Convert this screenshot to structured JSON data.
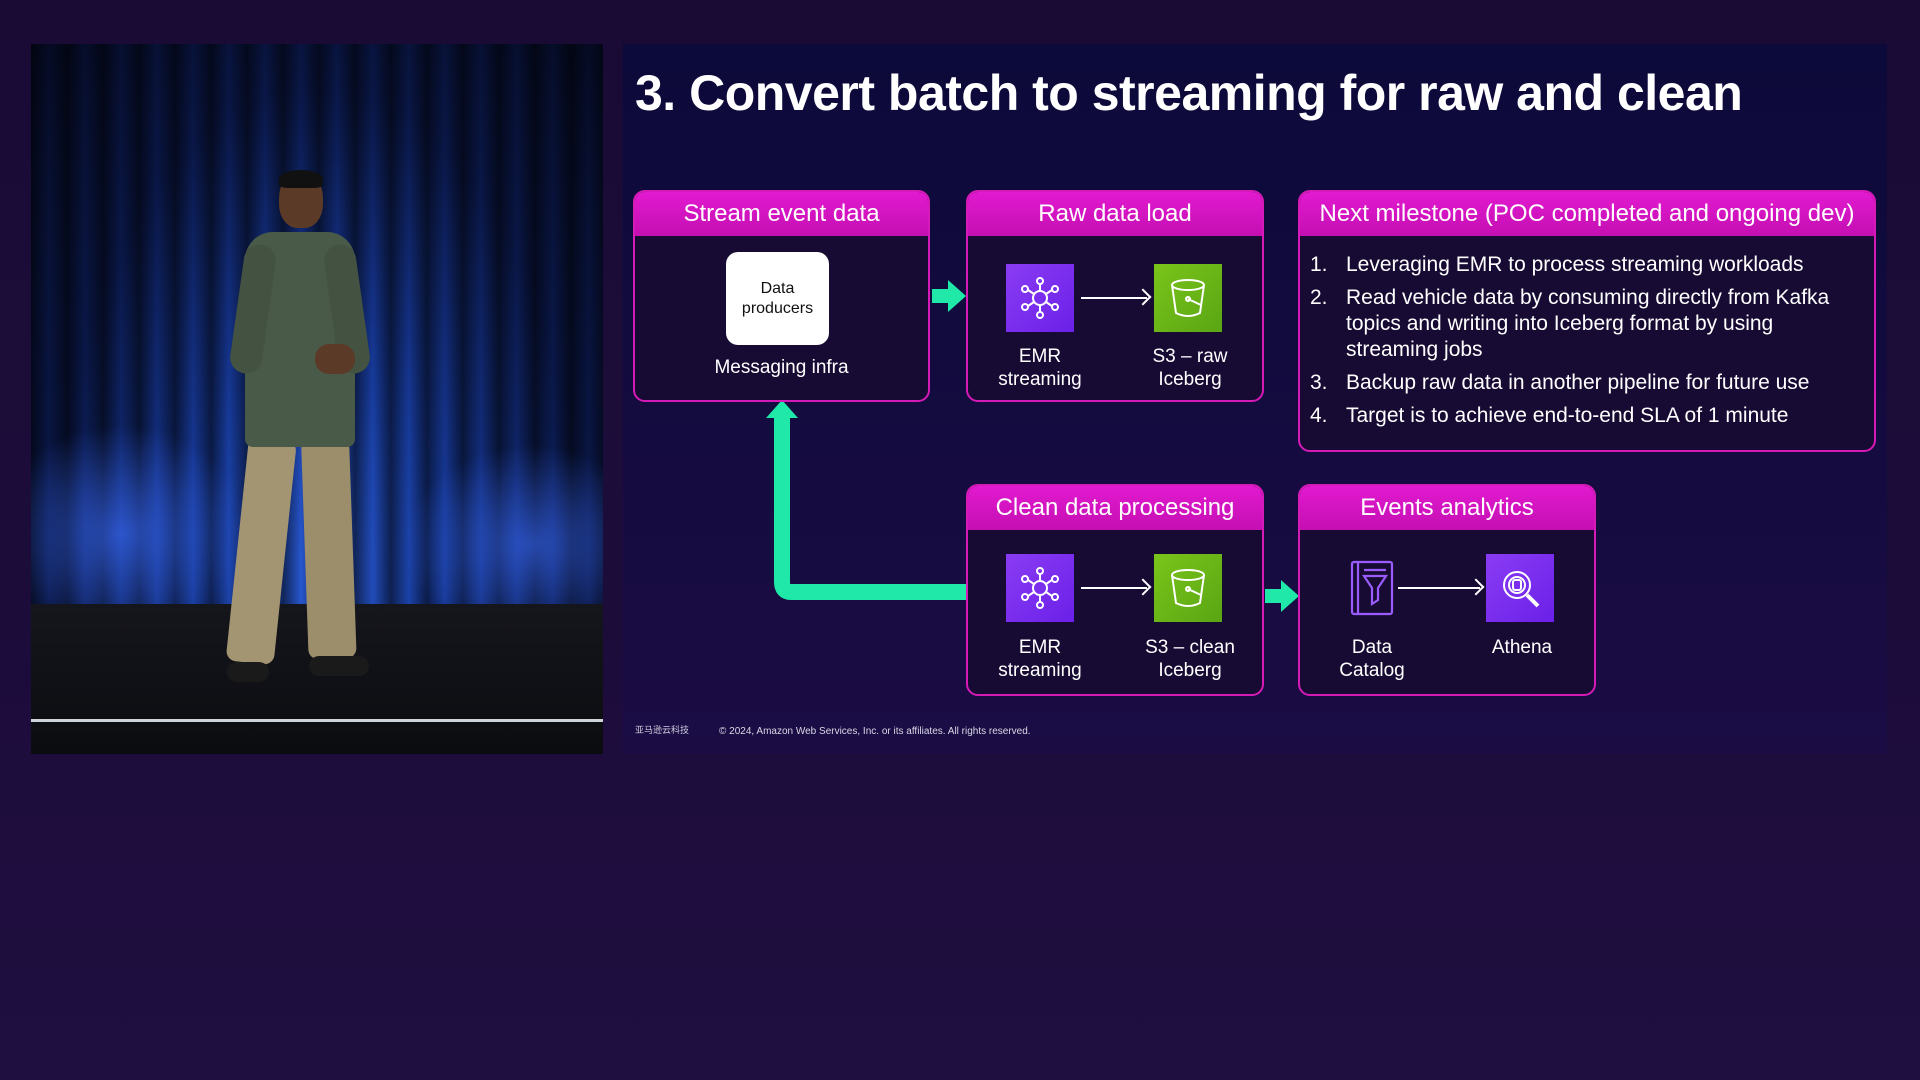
{
  "slide": {
    "title": "3. Convert batch to streaming for raw and clean",
    "footer_copyright": "© 2024, Amazon Web Services, Inc. or its affiliates. All rights reserved.",
    "footer_logo_text": "亚马逊云科技",
    "stream_box": {
      "header": "Stream event data",
      "producers_line1": "Data",
      "producers_line2": "producers",
      "caption": "Messaging infra"
    },
    "raw_box": {
      "header": "Raw data load",
      "emr_line1": "EMR",
      "emr_line2": "streaming",
      "s3_line1": "S3 – raw",
      "s3_line2": "Iceberg"
    },
    "milestone_box": {
      "header": "Next milestone (POC completed and ongoing dev)",
      "items": [
        {
          "num": "1.",
          "text": "Leveraging EMR to process streaming workloads"
        },
        {
          "num": "2.",
          "text": "Read vehicle data by consuming directly from Kafka topics and writing into Iceberg format by using streaming jobs"
        },
        {
          "num": "3.",
          "text": "Backup raw data in another pipeline for future use"
        },
        {
          "num": "4.",
          "text": "Target is to achieve end-to-end SLA of 1 minute"
        }
      ]
    },
    "clean_box": {
      "header": "Clean data processing",
      "emr_line1": "EMR",
      "emr_line2": "streaming",
      "s3_line1": "S3 – clean",
      "s3_line2": "Iceberg"
    },
    "analytics_box": {
      "header": "Events analytics",
      "catalog_line1": "Data",
      "catalog_line2": "Catalog",
      "athena_label": "Athena"
    }
  },
  "colors": {
    "accent_magenta": "#d61ab8",
    "flow_arrow_green": "#1fe8a8",
    "emr_purple": "#7a2ef0",
    "s3_green": "#6cb819"
  },
  "icons": [
    "emr-cluster-icon",
    "s3-bucket-icon",
    "data-catalog-icon",
    "athena-search-icon"
  ]
}
